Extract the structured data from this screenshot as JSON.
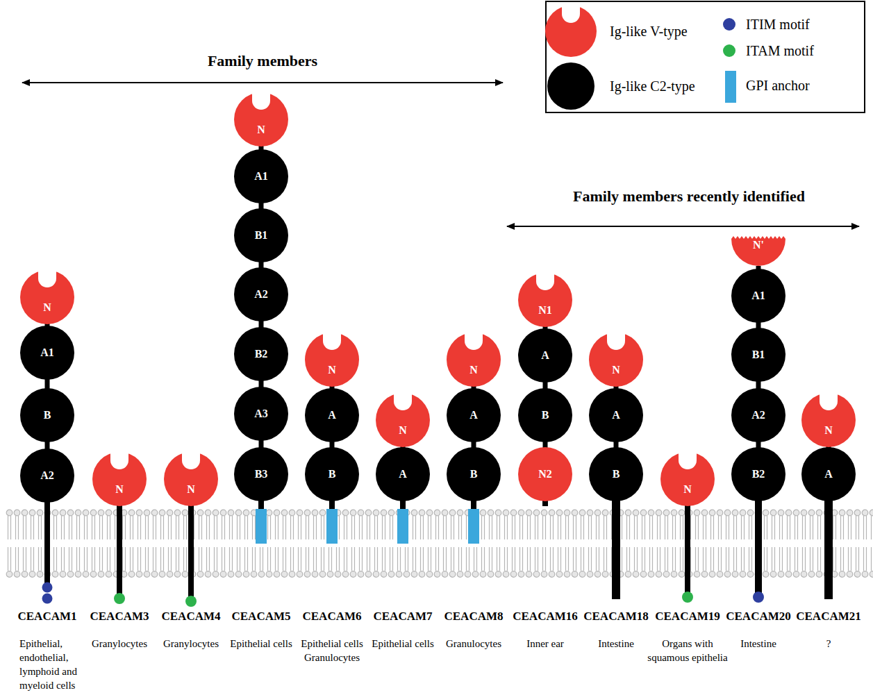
{
  "diagram": {
    "nodes": [
      {
        "text": [
          "N"
        ]
      },
      {
        "text": [
          "A1"
        ]
      },
      {
        "text": [
          "B"
        ]
      },
      {
        "text": [
          "A2"
        ]
      },
      {
        "text": [
          "N"
        ]
      },
      {
        "text": [
          "N"
        ]
      },
      {
        "text": [
          "N"
        ]
      },
      {
        "text": [
          "A1"
        ]
      },
      {
        "text": [
          "B1"
        ]
      },
      {
        "text": [
          "A2"
        ]
      },
      {
        "text": [
          "B2"
        ]
      },
      {
        "text": [
          "A3"
        ]
      },
      {
        "text": [
          "B3"
        ]
      },
      {
        "text": [
          "N"
        ]
      },
      {
        "text": [
          "A"
        ]
      },
      {
        "text": [
          "B"
        ]
      },
      {
        "text": [
          "N"
        ]
      },
      {
        "text": [
          "A"
        ]
      },
      {
        "text": [
          "N"
        ]
      },
      {
        "text": [
          "A"
        ]
      },
      {
        "text": [
          "B"
        ]
      },
      {
        "text": [
          "N1"
        ]
      },
      {
        "text": [
          "A"
        ]
      },
      {
        "text": [
          "B"
        ]
      },
      {
        "text": [
          "N2"
        ]
      },
      {
        "text": [
          "N"
        ]
      },
      {
        "text": [
          "A"
        ]
      },
      {
        "text": [
          "B"
        ]
      },
      {
        "text": [
          "N"
        ]
      },
      {
        "text": [
          "N'"
        ]
      },
      {
        "text": [
          "A1"
        ]
      },
      {
        "text": [
          "B1"
        ]
      },
      {
        "text": [
          "A2"
        ]
      },
      {
        "text": [
          "B2"
        ]
      },
      {
        "text": [
          "N"
        ]
      },
      {
        "text": [
          "A"
        ]
      }
    ],
    "edges": [
      {
        "from": 0,
        "to": 1,
        "arrow": "none"
      },
      {
        "from": 1,
        "to": 2,
        "arrow": "none"
      },
      {
        "from": 2,
        "to": 3,
        "arrow": "none"
      },
      {
        "from": 6,
        "to": 7,
        "arrow": "none"
      },
      {
        "from": 7,
        "to": 8,
        "arrow": "none"
      },
      {
        "from": 8,
        "to": 9,
        "arrow": "none"
      },
      {
        "from": 9,
        "to": 10,
        "arrow": "none"
      },
      {
        "from": 10,
        "to": 11,
        "arrow": "none"
      },
      {
        "from": 11,
        "to": 12,
        "arrow": "none"
      },
      {
        "from": 13,
        "to": 14,
        "arrow": "none"
      },
      {
        "from": 14,
        "to": 15,
        "arrow": "none"
      },
      {
        "from": 16,
        "to": 17,
        "arrow": "none"
      },
      {
        "from": 18,
        "to": 19,
        "arrow": "none"
      },
      {
        "from": 19,
        "to": 20,
        "arrow": "none"
      },
      {
        "from": 21,
        "to": 22,
        "arrow": "none"
      },
      {
        "from": 22,
        "to": 23,
        "arrow": "none"
      },
      {
        "from": 23,
        "to": 24,
        "arrow": "none"
      },
      {
        "from": 25,
        "to": 26,
        "arrow": "none"
      },
      {
        "from": 26,
        "to": 27,
        "arrow": "none"
      },
      {
        "from": 29,
        "to": 30,
        "arrow": "none"
      },
      {
        "from": 30,
        "to": 31,
        "arrow": "none"
      },
      {
        "from": 31,
        "to": 32,
        "arrow": "none"
      },
      {
        "from": 32,
        "to": 33,
        "arrow": "none"
      },
      {
        "from": 34,
        "to": 35,
        "arrow": "none"
      }
    ],
    "labels": [
      "Family members",
      "Family members recently identified",
      "CEACAM1",
      "CEACAM3",
      "CEACAM4",
      "CEACAM5",
      "CEACAM6",
      "CEACAM7",
      "CEACAM8",
      "CEACAM16",
      "CEACAM18",
      "CEACAM19",
      "CEACAM20",
      "CEACAM21",
      "Epithelial, endothelial, lymphoid and myeloid cells",
      "Granylocytes",
      "Granylocytes",
      "Epithelial cells",
      "Epithelial cells Granulocytes",
      "Epithelial cells",
      "Granulocytes",
      "Inner ear",
      "Intestine",
      "Organs with squamous epithelia",
      "Intestine",
      "?"
    ],
    "legend": [
      {
        "text": "Ig-like V-type",
        "color": "#ec3a33"
      },
      {
        "text": "Ig-like C2-type",
        "color": "#000000"
      },
      {
        "text": "ITIM motif",
        "color": "#2e3f9f"
      },
      {
        "text": "ITAM motif",
        "color": "#2db24c"
      },
      {
        "text": "GPI anchor",
        "color": "#3ba7dc"
      }
    ]
  }
}
